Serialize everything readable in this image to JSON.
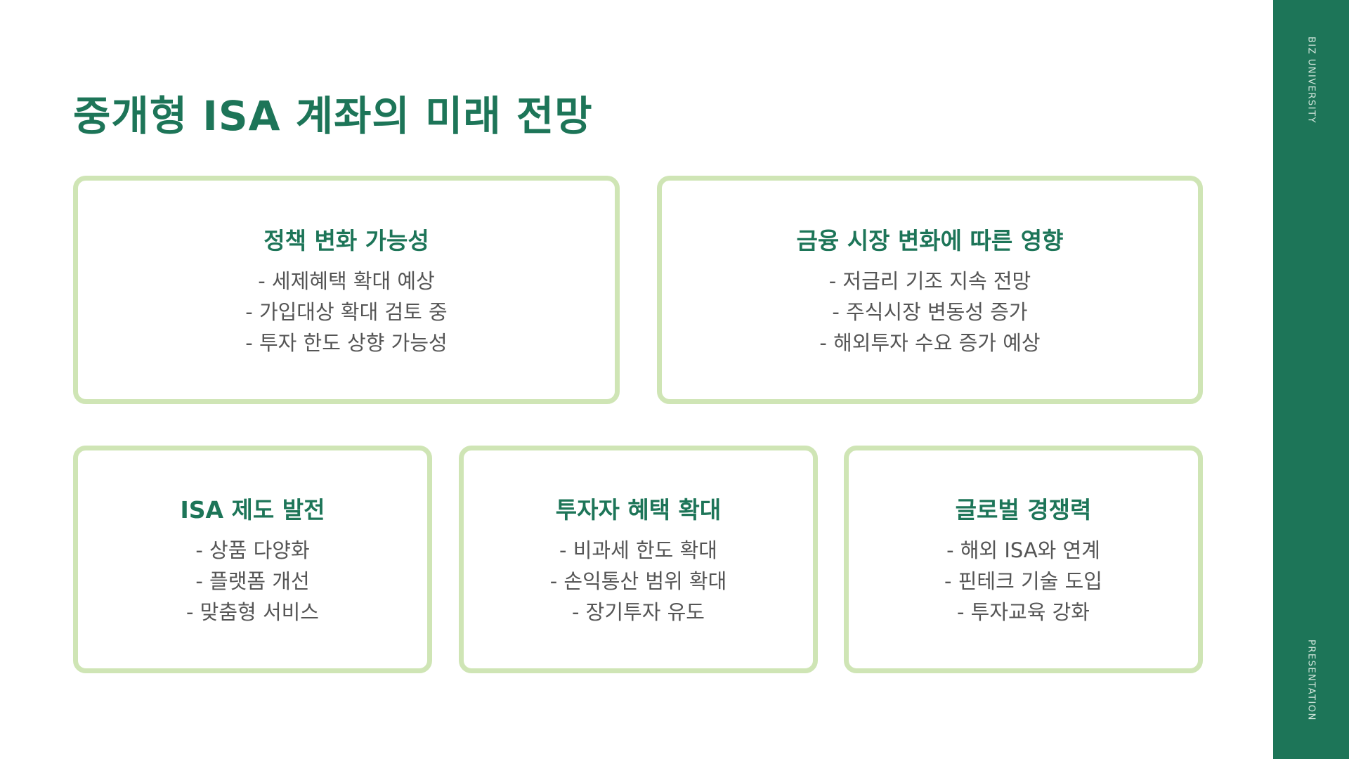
{
  "title": "중개형 ISA 계좌의 미래 전망",
  "side_bar": {
    "top_label": "BIZ UNIVERSITY",
    "bottom_label": "PRESENTATION"
  },
  "cards": [
    {
      "title": "정책 변화 가능성",
      "items": [
        "- 세제혜택 확대 예상",
        "- 가입대상 확대 검토 중",
        "- 투자 한도 상향 가능성"
      ]
    },
    {
      "title": "금융 시장 변화에 따른 영향",
      "items": [
        "- 저금리 기조 지속 전망",
        "- 주식시장 변동성 증가",
        "- 해외투자 수요 증가 예상"
      ]
    },
    {
      "title": "ISA 제도 발전",
      "items": [
        "- 상품 다양화",
        "- 플랫폼 개선",
        "- 맞춤형 서비스"
      ]
    },
    {
      "title": "투자자 혜택 확대",
      "items": [
        "- 비과세 한도 확대",
        "- 손익통산 범위 확대",
        "- 장기투자 유도"
      ]
    },
    {
      "title": "글로벌 경쟁력",
      "items": [
        "- 해외 ISA와 연계",
        "- 핀테크 기술 도입",
        "- 투자교육 강화"
      ]
    }
  ],
  "colors": {
    "accent": "#1d7558",
    "card_border": "#cfe5b5",
    "body_text": "#555555"
  }
}
